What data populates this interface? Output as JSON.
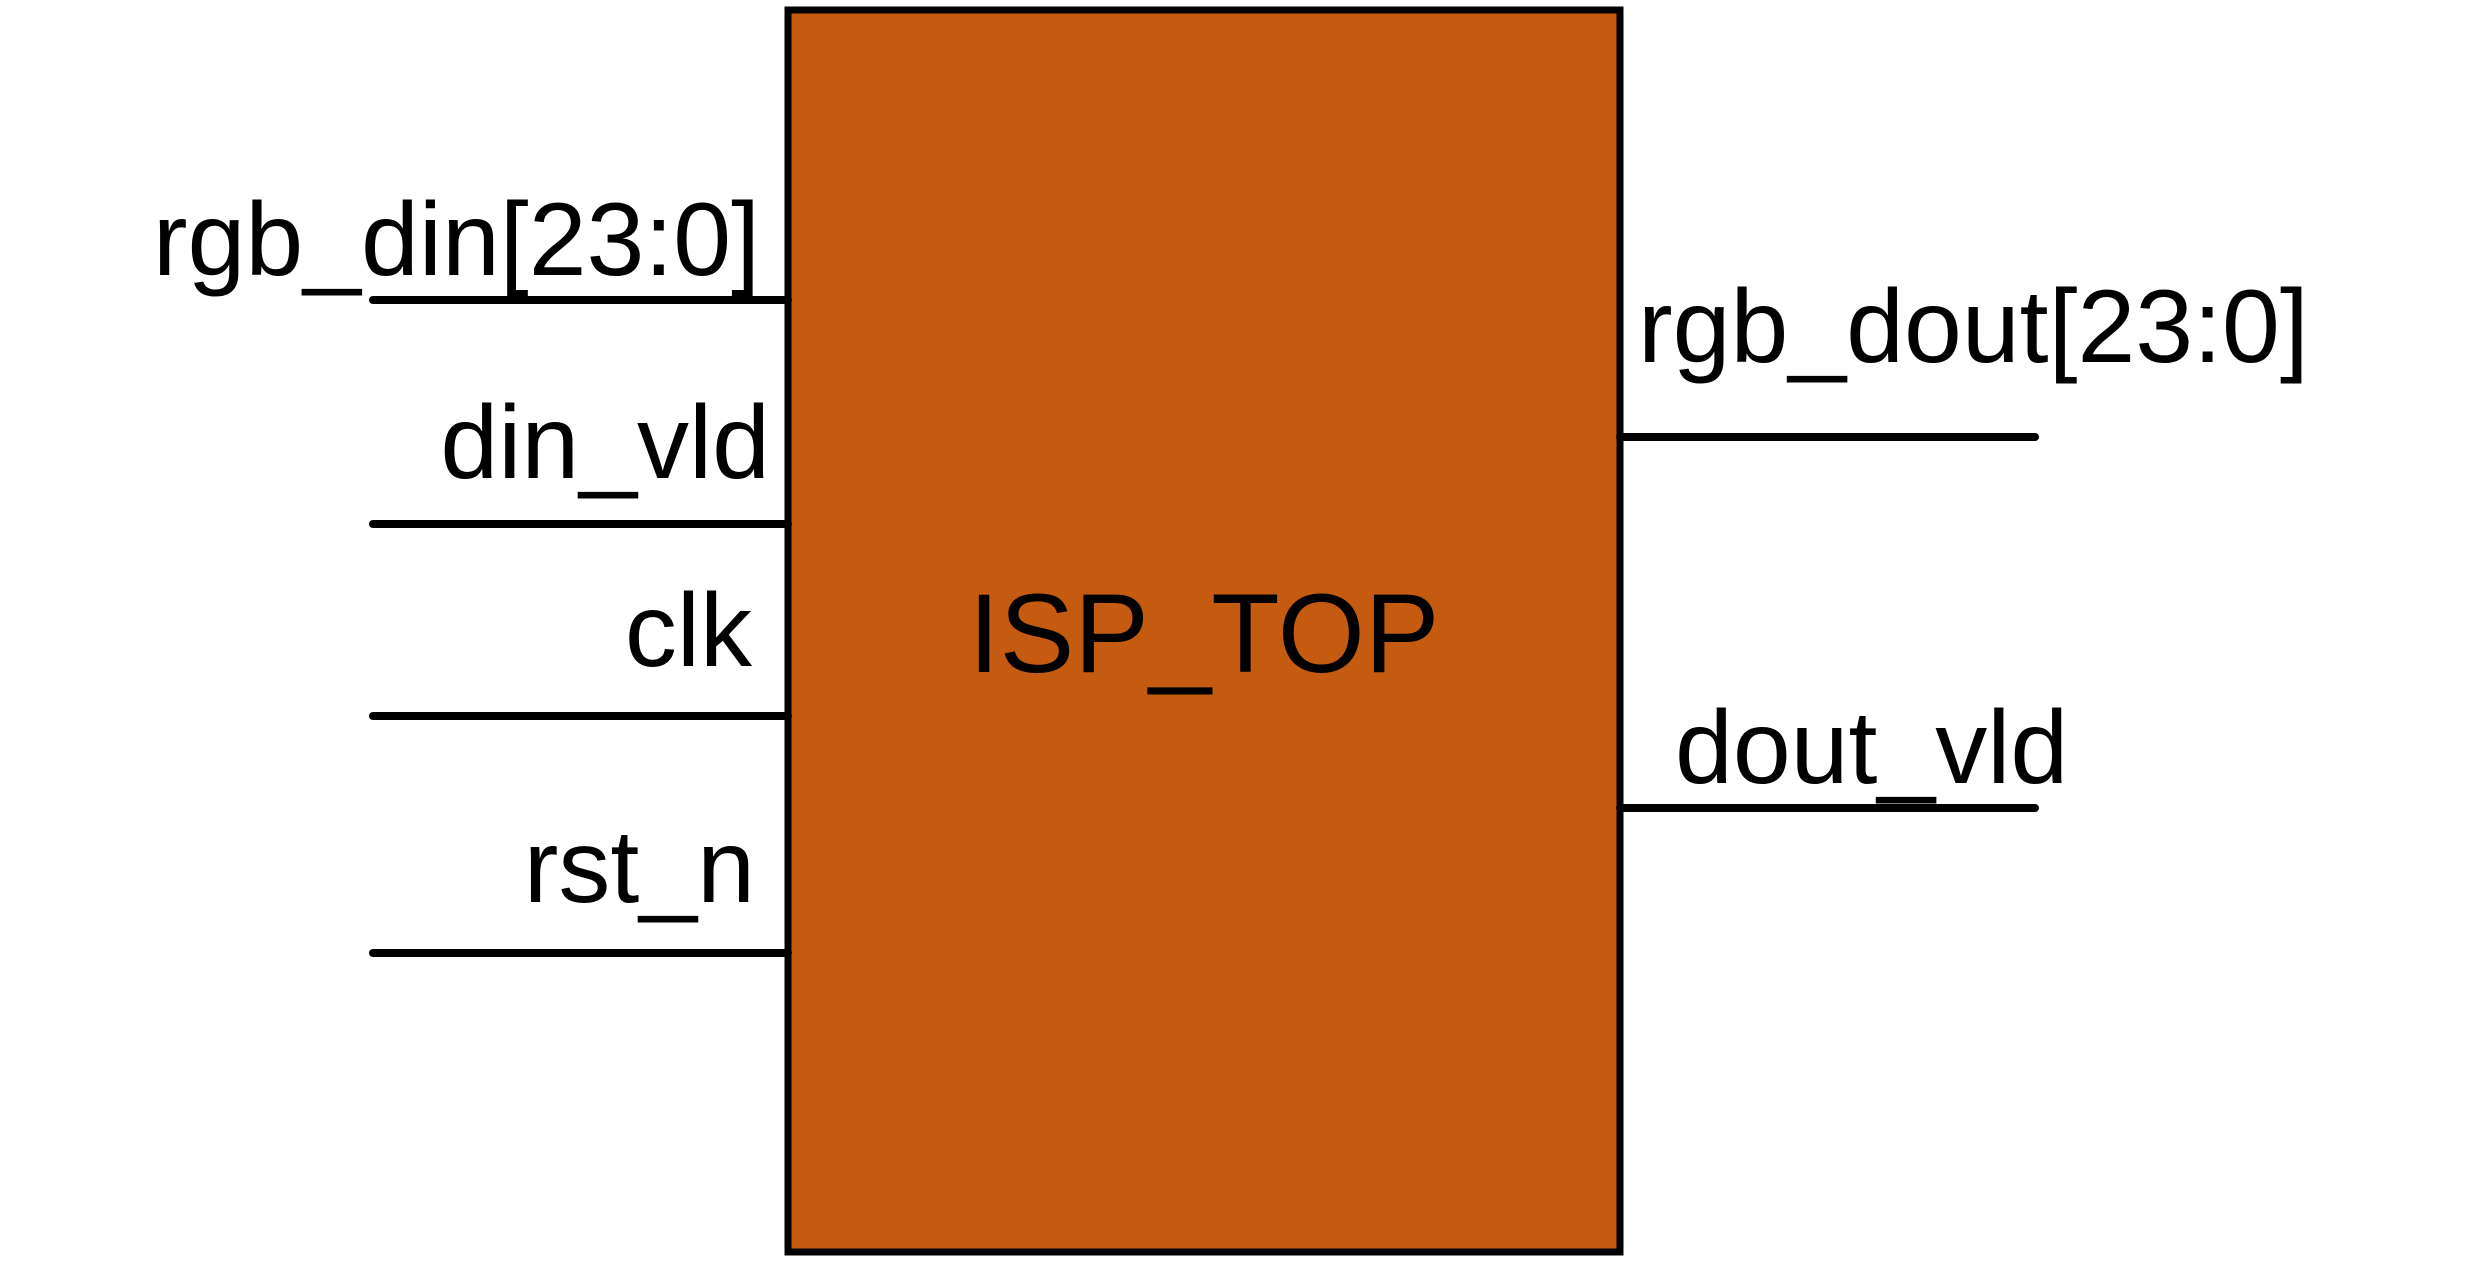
{
  "block": {
    "label": "ISP_TOP",
    "fill_color": "#C55A11",
    "border_color": "#000000"
  },
  "inputs": [
    {
      "label": "rgb_din[23:0]"
    },
    {
      "label": "din_vld"
    },
    {
      "label": "clk"
    },
    {
      "label": "rst_n"
    }
  ],
  "outputs": [
    {
      "label": "rgb_dout[23:0]"
    },
    {
      "label": "dout_vld"
    }
  ]
}
